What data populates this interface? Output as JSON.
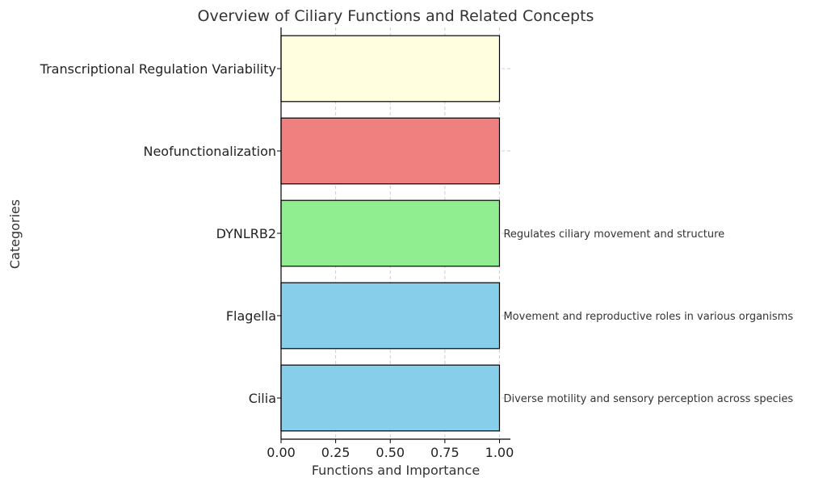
{
  "chart_data": {
    "type": "bar",
    "orientation": "horizontal",
    "title": "Overview of Ciliary Functions and Related Concepts",
    "xlabel": "Functions and Importance",
    "ylabel": "Categories",
    "xlim": [
      0,
      1.05
    ],
    "xticks": [
      "0.00",
      "0.25",
      "0.50",
      "0.75",
      "1.00"
    ],
    "xtick_values": [
      0,
      0.25,
      0.5,
      0.75,
      1.0
    ],
    "grid": true,
    "categories": [
      "Cilia",
      "Flagella",
      "DYNLRB2",
      "Neofunctionalization",
      "Transcriptional Regulation Variability"
    ],
    "values": [
      1,
      1,
      1,
      1,
      1
    ],
    "colors": [
      "#87ceeb",
      "#87ceeb",
      "#90ee90",
      "#f08080",
      "#ffffe0"
    ],
    "annotations": [
      "Diverse motility and sensory perception across species",
      "Movement and reproductive roles in various organisms",
      "Regulates ciliary movement and structure",
      "",
      ""
    ]
  }
}
